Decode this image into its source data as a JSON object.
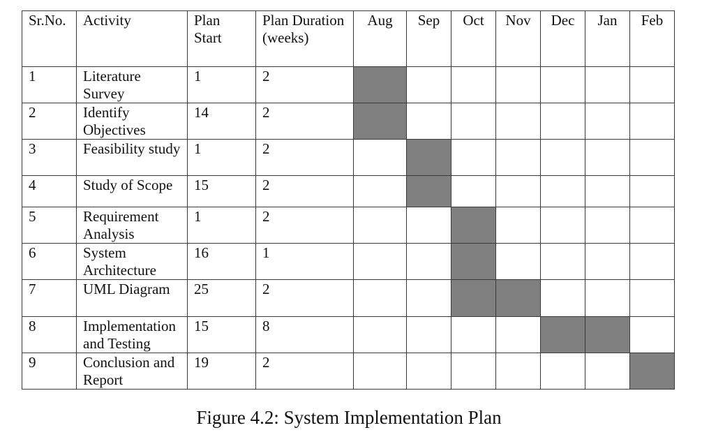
{
  "headers": {
    "sr_no": "Sr.No.",
    "activity": "Activity",
    "plan_start": "Plan Start",
    "plan_duration": "Plan Duration (weeks)",
    "months": [
      "Aug",
      "Sep",
      "Oct",
      "Nov",
      "Dec",
      "Jan",
      "Feb"
    ]
  },
  "rows": [
    {
      "sr": "1",
      "activity": "Literature Survey",
      "start": "1",
      "duration": "2",
      "shaded": [
        "Aug"
      ]
    },
    {
      "sr": "2",
      "activity": "Identify Objectives",
      "start": "14",
      "duration": "2",
      "shaded": [
        "Aug"
      ]
    },
    {
      "sr": "3",
      "activity": "Feasibility study",
      "start": "1",
      "duration": "2",
      "shaded": [
        "Sep"
      ]
    },
    {
      "sr": "4",
      "activity": "Study of Scope",
      "start": "15",
      "duration": "2",
      "shaded": [
        "Sep"
      ]
    },
    {
      "sr": "5",
      "activity": "Requirement Analysis",
      "start": "1",
      "duration": "2",
      "shaded": [
        "Oct"
      ]
    },
    {
      "sr": "6",
      "activity": "System Architecture",
      "start": "16",
      "duration": "1",
      "shaded": [
        "Oct"
      ]
    },
    {
      "sr": "7",
      "activity": "UML Diagram",
      "start": "25",
      "duration": "2",
      "shaded": [
        "Oct",
        "Nov"
      ]
    },
    {
      "sr": "8",
      "activity": "Implementation and Testing",
      "start": "15",
      "duration": "8",
      "shaded": [
        "Dec",
        "Jan"
      ]
    },
    {
      "sr": "9",
      "activity": "Conclusion and Report",
      "start": "19",
      "duration": "2",
      "shaded": [
        "Feb"
      ]
    }
  ],
  "shade_color": "#808080",
  "caption": "Figure 4.2: System Implementation Plan"
}
